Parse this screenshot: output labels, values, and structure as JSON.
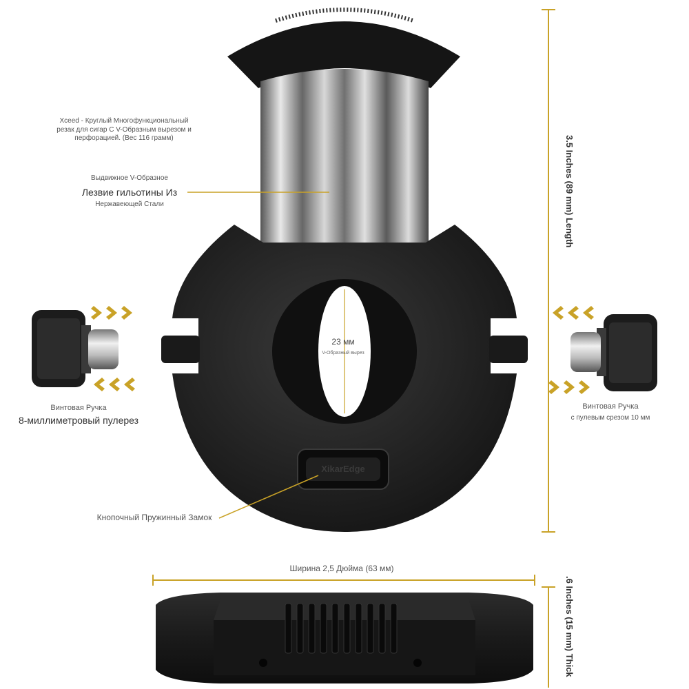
{
  "annotations": {
    "description": [
      "Xceed - Круглый Многофункциональный",
      "резак для сигар С V-Образным вырезом и",
      "перфорацией. (Вес 116 грамм)"
    ],
    "blade": {
      "line1": "Выдвижное V-Образное",
      "line2": "Лезвие гильотины Из",
      "line3": "Нержавеющей Стали"
    },
    "left_knob": {
      "line1": "Винтовая Ручка",
      "line2": "8-миллиметровый пулерез"
    },
    "right_knob": {
      "line1": "Винтовая Ручка",
      "line2": "с пулевым срезом 10 мм"
    },
    "lock": "Кнопочный Пружинный Замок",
    "hole_size": "23 мм",
    "hole_sub": "V-Образный вырез",
    "brand": "XikarEdge"
  },
  "dimensions": {
    "length": "3.5 Inches (89 mm) Length",
    "width": "Ширина 2,5 Дюйма (63 мм)",
    "thickness": ".6 Inches (15 mm) Thick"
  },
  "colors": {
    "accent": "#c9a227",
    "body": "#1b1b1b",
    "steel": "#9a9a9a"
  },
  "icons": [
    "chevron-right-icon",
    "chevron-left-icon"
  ]
}
